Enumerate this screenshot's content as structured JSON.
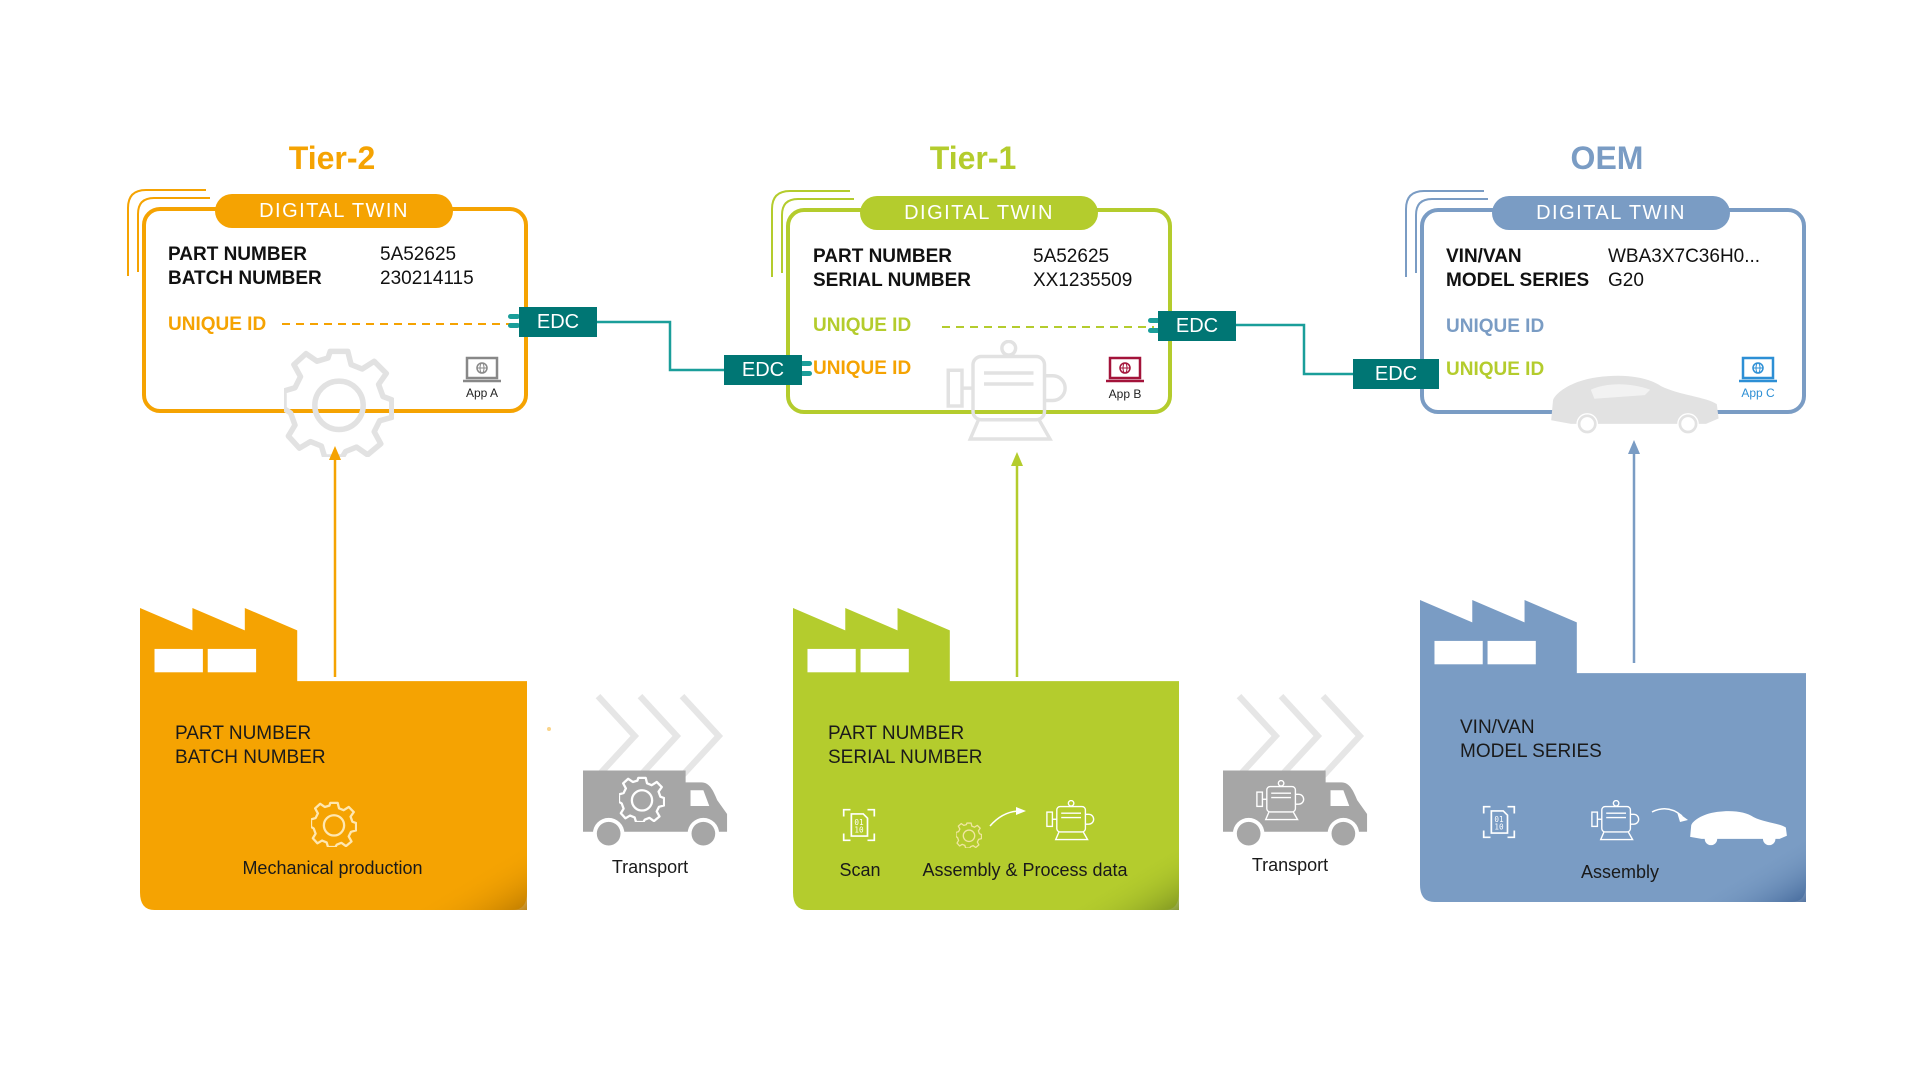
{
  "colors": {
    "tier2": "#f5a302",
    "tier1": "#b4cc2d",
    "oem": "#7a9cc4",
    "edc": "#007674",
    "edc_line": "#1a9e9a",
    "watermark": "#e2e2e2",
    "truck": "#a6a6a6",
    "app_b": "#a3133a",
    "app_c": "#2d8fd5"
  },
  "tiers": [
    {
      "title": "Tier-2",
      "card_header": "DIGITAL TWIN",
      "fields": [
        {
          "label": "PART NUMBER",
          "value": "5A52625"
        },
        {
          "label": "BATCH NUMBER",
          "value": "230214115"
        }
      ],
      "unique_id": "UNIQUE ID",
      "app": "App A",
      "watermark": "gear-icon",
      "factory": {
        "lines": [
          "PART NUMBER",
          "BATCH NUMBER"
        ],
        "steps": [
          {
            "icon": "gear-icon",
            "label": "Mechanical production"
          }
        ]
      }
    },
    {
      "title": "Tier-1",
      "card_header": "DIGITAL TWIN",
      "fields": [
        {
          "label": "PART NUMBER",
          "value": "5A52625"
        },
        {
          "label": "SERIAL NUMBER",
          "value": "XX1235509"
        }
      ],
      "unique_id": "UNIQUE ID",
      "incoming_unique_id": "UNIQUE ID",
      "app": "App B",
      "watermark": "motor-icon",
      "factory": {
        "lines": [
          "PART NUMBER",
          "SERIAL NUMBER"
        ],
        "steps": [
          {
            "icon": "scan-binary-icon",
            "label": "Scan"
          },
          {
            "icon": "gear-to-motor-icon",
            "label": "Assembly & Process data"
          }
        ]
      }
    },
    {
      "title": "OEM",
      "card_header": "DIGITAL TWIN",
      "fields": [
        {
          "label": "VIN/VAN",
          "value": "WBA3X7C36H0..."
        },
        {
          "label": "MODEL SERIES",
          "value": "G20"
        }
      ],
      "unique_id": "UNIQUE ID",
      "incoming_unique_id": "UNIQUE ID",
      "app": "App C",
      "watermark": "car-icon",
      "factory": {
        "lines": [
          "VIN/VAN",
          "MODEL SERIES"
        ],
        "steps": [
          {
            "icon": "scan-binary-icon",
            "label": ""
          },
          {
            "icon": "motor-to-car-icon",
            "label": "Assembly"
          }
        ]
      }
    }
  ],
  "edc_label": "EDC",
  "transports": [
    {
      "icon": "truck-gear-icon",
      "label": "Transport"
    },
    {
      "icon": "truck-motor-icon",
      "label": "Transport"
    }
  ]
}
